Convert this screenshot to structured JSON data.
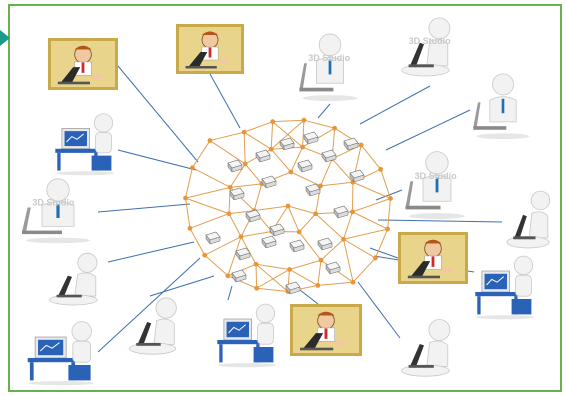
{
  "colors": {
    "frame": "#6ab04c",
    "corner_mark": "#1a9a8a",
    "mesh_line": "#e0a050",
    "mesh_node": "#e8953a",
    "connector": "#3f6fb0",
    "cartoon_bg": "#c9a94a",
    "desk": "#2a62b8",
    "figure": "#f2f2f2",
    "tie": "#1f6fb4",
    "laptop": "#333333"
  },
  "central_network": {
    "shape": "polygon-mesh",
    "mesh_node_count": 48,
    "ledger_icon": "document-block-icon",
    "ledger_block_count": 22
  },
  "participants": [
    {
      "kind": "cartoon-man-laptop"
    },
    {
      "kind": "cartoon-man-laptop"
    },
    {
      "kind": "white-figure-laptop-tie",
      "watermark": "3D Studio"
    },
    {
      "kind": "white-figure-sitting-laptop",
      "watermark": "3D Studio"
    },
    {
      "kind": "white-figure-desk-monitor"
    },
    {
      "kind": "white-figure-laptop-tie"
    },
    {
      "kind": "white-figure-laptop-tie",
      "watermark": "3D Studio"
    },
    {
      "kind": "white-figure-laptop-tie",
      "watermark": "3D Studio"
    },
    {
      "kind": "white-figure-sitting-laptop"
    },
    {
      "kind": "white-figure-sitting-laptop"
    },
    {
      "kind": "cartoon-man-laptop"
    },
    {
      "kind": "white-figure-desk-monitor"
    },
    {
      "kind": "white-figure-sitting-laptop"
    },
    {
      "kind": "white-figure-desk-monitor"
    },
    {
      "kind": "white-figure-desk-monitor"
    },
    {
      "kind": "cartoon-man-laptop"
    },
    {
      "kind": "white-figure-sitting-laptop"
    }
  ]
}
